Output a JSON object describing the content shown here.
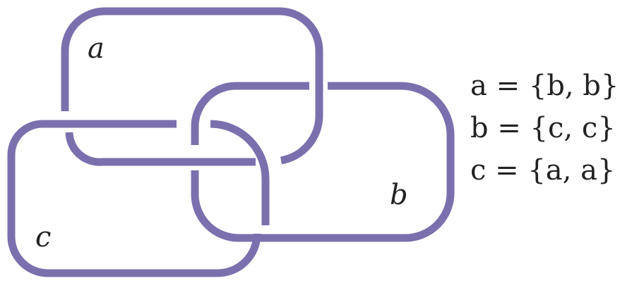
{
  "stroke_color": "#7b70ad",
  "rings": {
    "a": {
      "label": "a"
    },
    "b": {
      "label": "b"
    },
    "c": {
      "label": "c"
    }
  },
  "equations": [
    "a = {b, b}",
    "b = {c, c}",
    "c = {a, a}"
  ]
}
